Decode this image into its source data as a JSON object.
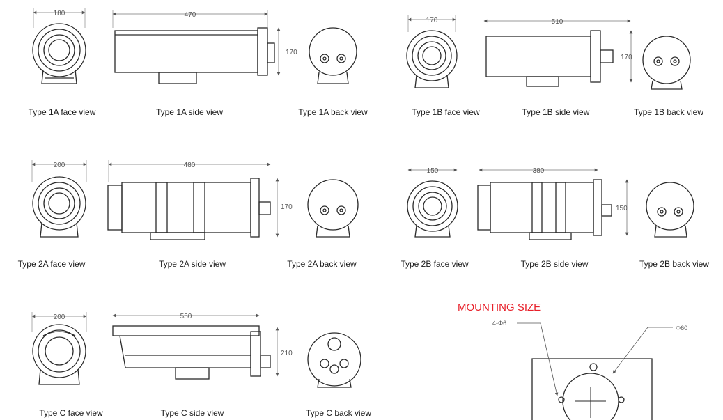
{
  "colors": {
    "line": "#2a2a2a",
    "dim": "#777777",
    "accent": "#e8202a"
  },
  "dimensions": {
    "type_1a": {
      "face_width": "180",
      "side_length": "470",
      "side_height": "170"
    },
    "type_1b": {
      "face_width": "170",
      "side_length": "510",
      "side_height": "170"
    },
    "type_2a": {
      "face_width": "200",
      "side_length": "480",
      "side_height": "170"
    },
    "type_2b": {
      "face_width": "150",
      "side_length": "380",
      "side_height": "150"
    },
    "type_c": {
      "face_width": "200",
      "side_length": "550",
      "side_height": "210"
    }
  },
  "captions": {
    "type_1a_face": "Type 1A face view",
    "type_1a_side": "Type 1A side view",
    "type_1a_back": "Type 1A back view",
    "type_1b_face": "Type 1B face view",
    "type_1b_side": "Type 1B side view",
    "type_1b_back": "Type 1B back view",
    "type_2a_face": "Type 2A face view",
    "type_2a_side": "Type 2A side view",
    "type_2a_back": "Type 2A back view",
    "type_2b_face": "Type 2B face view",
    "type_2b_side": "Type 2B side view",
    "type_2b_back": "Type 2B back view",
    "type_c_face": "Type C face view",
    "type_c_side": "Type C side view",
    "type_c_back": "Type C back view"
  },
  "mounting": {
    "title": "MOUNTING SIZE",
    "hole_label": "4-Φ6",
    "circle_label": "Φ60"
  }
}
